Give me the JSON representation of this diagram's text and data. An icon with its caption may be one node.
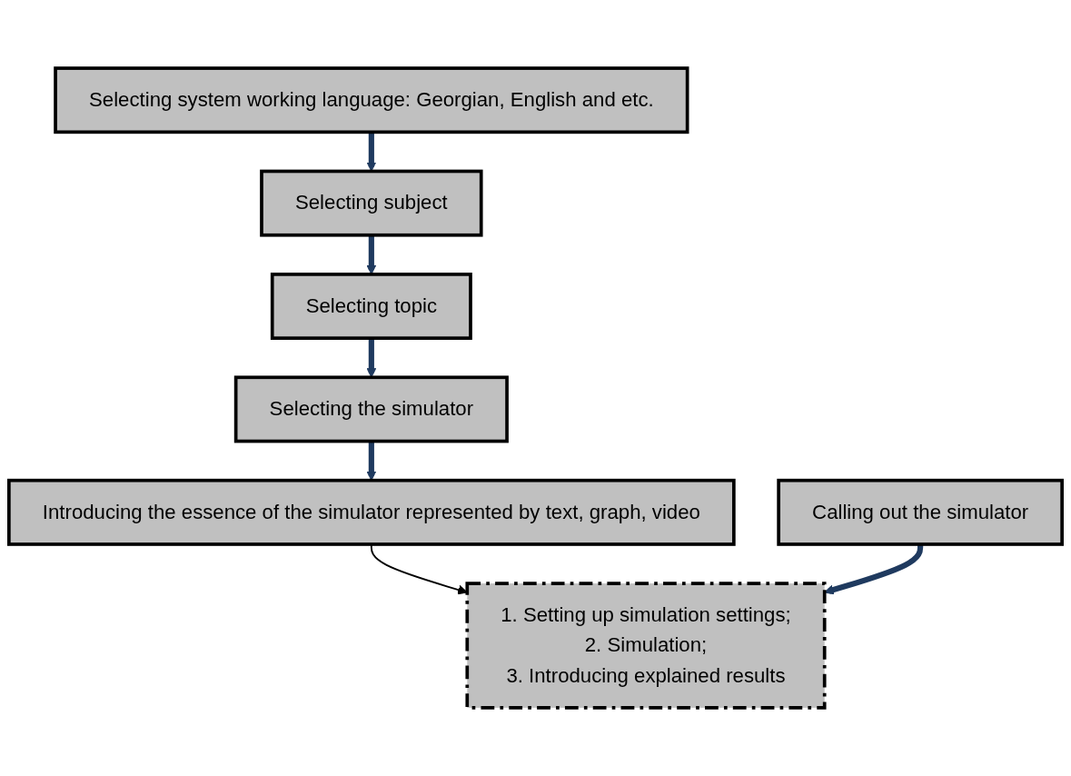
{
  "diagram": {
    "nodes": [
      {
        "text": [
          "Selecting system working language: Georgian, English and etc."
        ]
      },
      {
        "text": [
          "Selecting subject"
        ]
      },
      {
        "text": [
          "Selecting topic"
        ]
      },
      {
        "text": [
          "Selecting the simulator"
        ]
      },
      {
        "text": [
          "Introducing the essence of the simulator represented by text, graph, video"
        ]
      },
      {
        "text": [
          "Calling out the simulator"
        ]
      },
      {
        "text": [
          "1. Setting up simulation settings;",
          "2. Simulation;",
          "3. Introducing explained results"
        ]
      }
    ],
    "edges": [
      {
        "from": 0,
        "to": 1,
        "arrow": "to"
      },
      {
        "from": 1,
        "to": 2,
        "arrow": "to"
      },
      {
        "from": 2,
        "to": 3,
        "arrow": "to"
      },
      {
        "from": 3,
        "to": 4,
        "arrow": "to"
      },
      {
        "from": 4,
        "to": 6,
        "arrow": "to",
        "color": "#000000"
      },
      {
        "from": 5,
        "to": 6,
        "arrow": "to"
      }
    ]
  }
}
